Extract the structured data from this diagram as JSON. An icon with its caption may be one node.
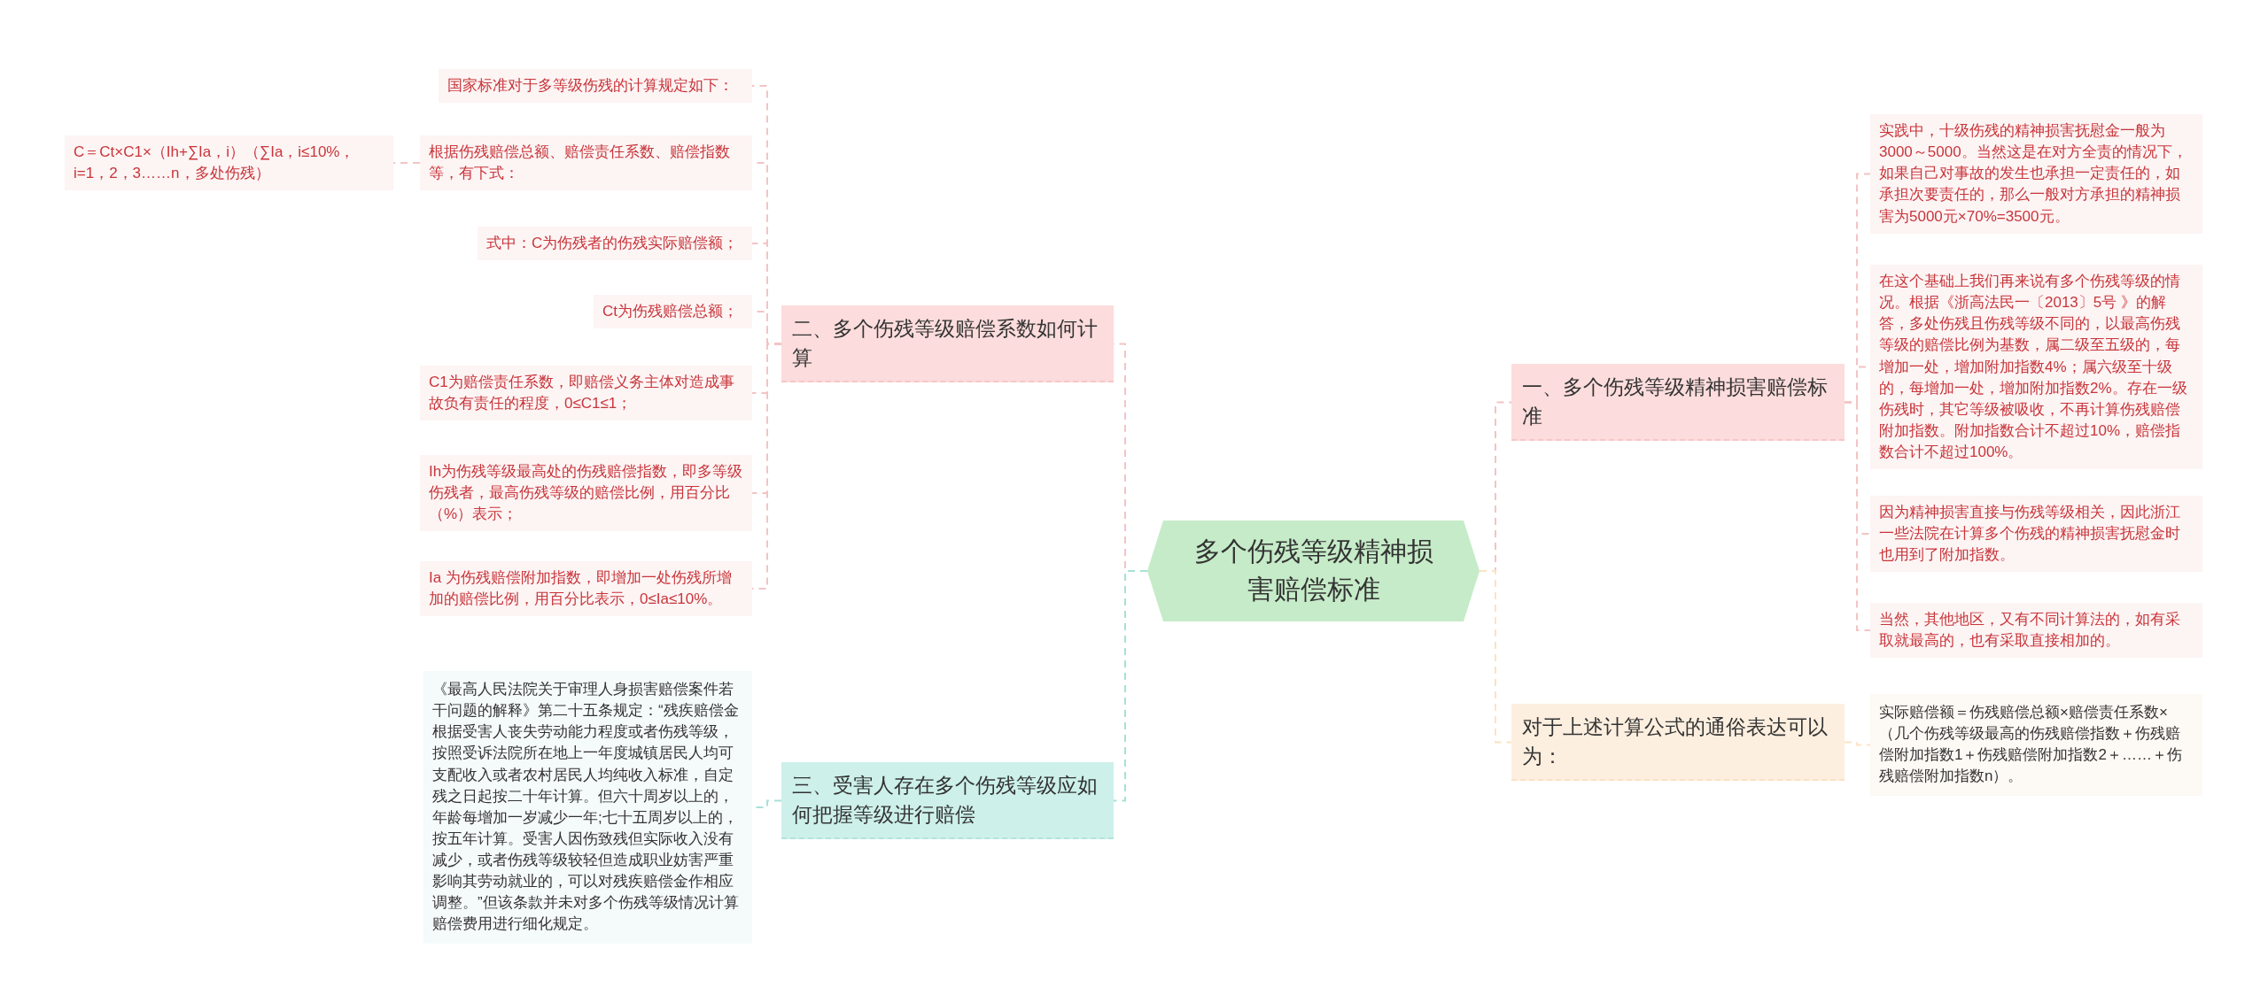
{
  "diagram": {
    "nodes": [
      {
        "text": [
          "多个伤残等级精神损害赔偿标准"
        ]
      },
      {
        "text": [
          "二、多个伤残等级赔偿系数如何计算"
        ]
      },
      {
        "text": [
          "三、受害人存在多个伤残等级应如何把握等级进行赔偿"
        ]
      },
      {
        "text": [
          "一、多个伤残等级精神损害赔偿标准"
        ]
      },
      {
        "text": [
          "对于上述计算公式的通俗表达可以为："
        ]
      },
      {
        "text": [
          "国家标准对于多等级伤残的计算规定如下："
        ]
      },
      {
        "text": [
          "根据伤残赔偿总额、赔偿责任系数、赔偿指数等，有下式："
        ]
      },
      {
        "text": [
          "C＝Ct×C1×（Ih+∑Ia，i）（∑Ia，i≤10%，i=1，2，3……n，多处伤残）"
        ]
      },
      {
        "text": [
          "式中：C为伤残者的伤残实际赔偿额；"
        ]
      },
      {
        "text": [
          "Ct为伤残赔偿总额；"
        ]
      },
      {
        "text": [
          "C1为赔偿责任系数，即赔偿义务主体对造成事故负有责任的程度，0≤C1≤1；"
        ]
      },
      {
        "text": [
          "Ih为伤残等级最高处的伤残赔偿指数，即多等级伤残者，最高伤残等级的赔偿比例，用百分比（%）表示；"
        ]
      },
      {
        "text": [
          "Ia 为伤残赔偿附加指数，即增加一处伤残所增加的赔偿比例，用百分比表示，0≤Ia≤10%。"
        ]
      },
      {
        "text": [
          "《最高人民法院关于审理人身损害赔偿案件若干问题的解释》第二十五条规定：“残疾赔偿金根据受害人丧失劳动能力程度或者伤残等级，按照受诉法院所在地上一年度城镇居民人均可支配收入或者农村居民人均纯收入标准，自定残之日起按二十年计算。但六十周岁以上的，年龄每增加一岁减少一年;七十五周岁以上的，按五年计算。受害人因伤致残但实际收入没有减少，或者伤残等级较轻但造成职业妨害严重影响其劳动就业的，可以对残疾赔偿金作相应调整。”但该条款并未对多个伤残等级情况计算赔偿费用进行细化规定。"
        ]
      },
      {
        "text": [
          "实践中，十级伤残的精神损害抚慰金一般为3000～5000。当然这是在对方全责的情况下，如果自己对事故的发生也承担一定责任的，如承担次要责任的，那么一般对方承担的精神损害为5000元×70%=3500元。"
        ]
      },
      {
        "text": [
          "在这个基础上我们再来说有多个伤残等级的情况。根据《浙高法民一〔2013〕5号 》的解答，多处伤残且伤残等级不同的，以最高伤残等级的赔偿比例为基数，属二级至五级的，每增加一处，增加附加指数4%；属六级至十级的，每增加一处，增加附加指数2%。存在一级伤残时，其它等级被吸收，不再计算伤残赔偿附加指数。附加指数合计不超过10%，赔偿指数合计不超过100%。"
        ]
      },
      {
        "text": [
          "因为精神损害直接与伤残等级相关，因此浙江一些法院在计算多个伤残的精神损害抚慰金时也用到了附加指数。"
        ]
      },
      {
        "text": [
          "当然，其他地区，又有不同计算法的，如有采取就最高的，也有采取直接相加的。"
        ]
      },
      {
        "text": [
          "实际赔偿额＝伤残赔偿总额×赔偿责任系数×（几个伤残等级最高的伤残赔偿指数＋伤残赔偿附加指数1＋伤残赔偿附加指数2＋……＋伤残赔偿附加指数n）。"
        ]
      }
    ],
    "edges": [
      {
        "from": 0,
        "to": 1,
        "arrow": "none"
      },
      {
        "from": 0,
        "to": 2,
        "arrow": "none",
        "color": "#a8e0d8"
      },
      {
        "from": 0,
        "to": 3,
        "arrow": "none"
      },
      {
        "from": 0,
        "to": 4,
        "arrow": "none",
        "color": "#fbe3c4"
      },
      {
        "from": 1,
        "to": 5,
        "arrow": "none"
      },
      {
        "from": 1,
        "to": 6,
        "arrow": "none"
      },
      {
        "from": 6,
        "to": 7,
        "arrow": "none"
      },
      {
        "from": 1,
        "to": 8,
        "arrow": "none"
      },
      {
        "from": 1,
        "to": 9,
        "arrow": "none"
      },
      {
        "from": 1,
        "to": 10,
        "arrow": "none"
      },
      {
        "from": 1,
        "to": 11,
        "arrow": "none"
      },
      {
        "from": 1,
        "to": 12,
        "arrow": "none"
      },
      {
        "from": 2,
        "to": 13,
        "arrow": "none",
        "color": "#a8e0d8"
      },
      {
        "from": 3,
        "to": 14,
        "arrow": "none"
      },
      {
        "from": 3,
        "to": 15,
        "arrow": "none"
      },
      {
        "from": 3,
        "to": 16,
        "arrow": "none"
      },
      {
        "from": 3,
        "to": 17,
        "arrow": "none"
      },
      {
        "from": 4,
        "to": 18,
        "arrow": "none",
        "color": "#fbe3c4"
      }
    ]
  }
}
